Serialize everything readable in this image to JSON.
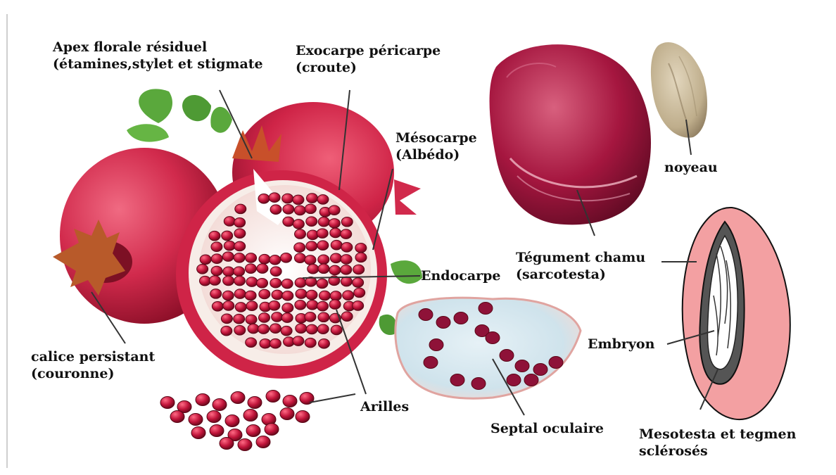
{
  "labels": {
    "apex": {
      "line1": "Apex florale résiduel",
      "line2": "(étamines,stylet et stigmate"
    },
    "exocarpe": {
      "line1": "Exocarpe péricarpe",
      "line2": "(croute)"
    },
    "mesocarpe": {
      "line1": "Mésocarpe",
      "line2": "(Albédo)"
    },
    "endocarpe": {
      "line1": "Endocarpe"
    },
    "calice": {
      "line1": "calice persistant",
      "line2": "(couronne)"
    },
    "arilles": {
      "line1": "Arilles"
    },
    "septal": {
      "line1": "Septal oculaire"
    },
    "noyeau": {
      "line1": "noyeau"
    },
    "tegument": {
      "line1": "Tégument chamu",
      "line2": "(sarcotesta)"
    },
    "embryon": {
      "line1": "Embryon"
    },
    "mesotesta": {
      "line1": "Mesotesta et tegmen",
      "line2": "sclérosés"
    }
  },
  "colors": {
    "fruit_skin": "#c81e42",
    "fruit_dark": "#8c0f28",
    "aril": "#a3102c",
    "pith": "#f6e6e2",
    "aril_seed": "#8e1238",
    "seed_coat": "#f3a0a2",
    "leaf": "#5aa83c",
    "kernel": "#c9b89a",
    "leader_line": "#333333"
  }
}
